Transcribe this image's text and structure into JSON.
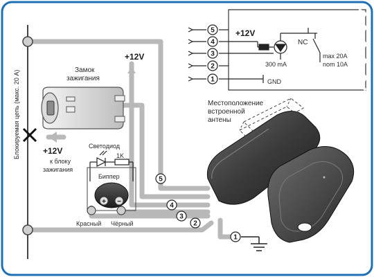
{
  "diagram": {
    "circuit_label": "Блокируемая цепь (макс. 20 А)",
    "plus12_top": "+12V",
    "plus12_left": "+12V",
    "ignition_block_line1": "к блоку",
    "ignition_block_line2": "зажигания",
    "ignition_lock_line1": "Замок",
    "ignition_lock_line2": "зажигания",
    "led_label": "Светодиод",
    "resistor_label": "1K",
    "beeper_label": "Биппер",
    "wire_red_label": "Красный",
    "wire_black_label": "Чёрный",
    "antenna_line1": "Местоположение",
    "antenna_line2": "встроенной",
    "antenna_line3": "антены",
    "relay": {
      "plus12": "+12V",
      "nc": "NC",
      "current": "300 mA",
      "max": "max 20A",
      "nom": "nom 10A",
      "gnd": "GND",
      "pins": [
        "5",
        "4",
        "3",
        "2",
        "1"
      ]
    },
    "wire_numbers": [
      "5",
      "4",
      "3",
      "2",
      "1"
    ],
    "beeper_plus": "+",
    "beeper_minus": "−",
    "colors": {
      "frame": "#1f6fb5",
      "wire": "#b9b9b9",
      "wire_dark": "#444444",
      "device": "#3a3a3a"
    }
  }
}
